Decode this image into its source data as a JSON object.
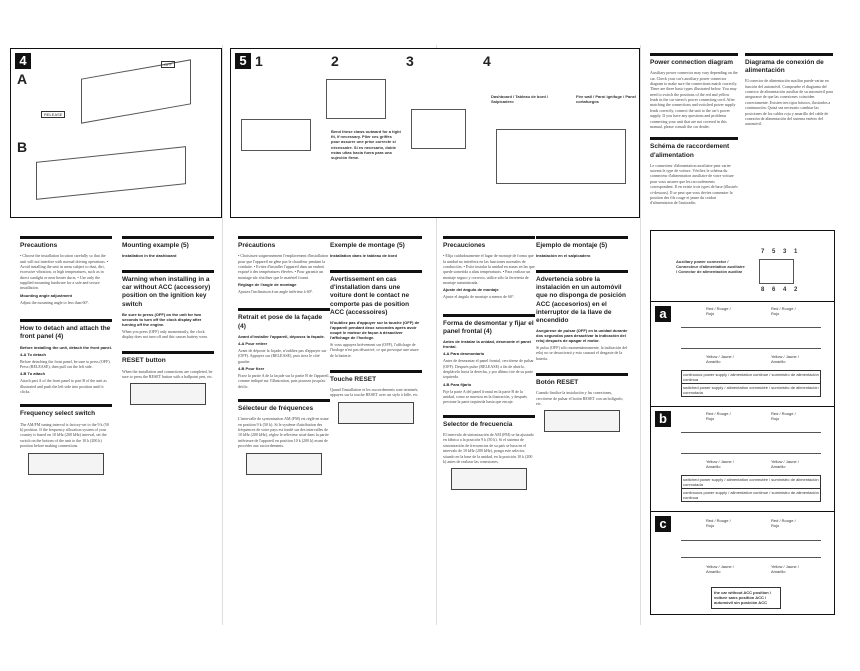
{
  "fig4": {
    "num": "4",
    "a": "A",
    "b": "B",
    "off": "OFF",
    "release": "RELEASE"
  },
  "fig5": {
    "num": "5",
    "steps": [
      "1",
      "2",
      "3",
      "4"
    ],
    "note": "Bend these claws outward for a tight fit, if necessary. Plier ces griffes pour assurer une prise correcte si nécessaire. Si es necesario, doble estas uñas hacia fuera para una sujeción firme.",
    "dash": "Dashboard / Tableau de bord / Salpicadero",
    "firewall": "Fire wall / Paroi ignifuge / Panel cortafuegos"
  },
  "en": {
    "precautions": "Precautions",
    "precautions_text": "• Choose the installation location carefully so that the unit will not interfere with normal driving operations. • Avoid installing the unit in areas subject to dust, dirt, excessive vibration, or high temperatures, such as in direct sunlight or near heater ducts. • Use only the supplied mounting hardware for a safe and secure installation.",
    "angle": "Mounting angle adjustment",
    "angle_text": "Adjust the mounting angle to less than 60°.",
    "detach": "How to detach and attach the front panel (4)",
    "detach_sub": "Before installing the unit, detach the front panel.",
    "a": "4-A  To detach",
    "a_text": "Before detaching the front panel, be sure to press (OFF). Press (RELEASE), then pull out the left side.",
    "b": "4-B  To attach",
    "b_text": "Attach part A of the front panel to part B of the unit as illustrated and push the left side into position until it clicks.",
    "freq": "Frequency select switch",
    "freq_text": "The AM/FM tuning interval is factory-set to the 9 k (50 k) position. If the frequency allocation system of your country is based on 10 kHz (200 kHz) interval, set the switch on the bottom of the unit to the 10 k (200 k) position before making connections.",
    "mount": "Mounting example (5)",
    "mount_sub": "Installation in the dashboard",
    "warn": "Warning when installing in a car without ACC (accessory) position on the ignition key switch",
    "warn_sub": "Be sure to press (OFF) on the unit for two seconds to turn off the clock display after turning off the engine.",
    "warn_text": "When you press (OFF) only momentarily, the clock display does not turn off and this causes battery wear.",
    "reset": "RESET button",
    "reset_text": "When the installation and connections are completed, be sure to press the RESET button with a ballpoint pen, etc."
  },
  "fr": {
    "precautions": "Précautions",
    "precautions_text": "• Choisissez soigneusement l'emplacement d'installation pour que l'appareil ne gêne pas le chauffeur pendant la conduite. • Evitez d'installer l'appareil dans un endroit exposé à des températures élevées. • Pour garantir un montage sûr n'utiliser que le matériel fourni.",
    "angle": "Réglage de l'angle de montage",
    "angle_text": "Ajustez l'inclinaison à un angle inférieur à 60°.",
    "detach": "Retrait et pose de la façade (4)",
    "detach_sub": "Avant d'installer l'appareil, déposez la façade.",
    "a": "4-A  Pour retirer",
    "a_text": "Avant de déposer la façade, n'oubliez pas d'appuyer sur (OFF). Appuyez sur (RELEASE), puis tirez le côté gauche.",
    "b": "4-B  Pour fixer",
    "b_text": "Fixez la partie A de la façade sur la partie B de l'appareil, comme indiqué sur l'illustration, puis poussez jusqu'au déclic.",
    "freq": "Sélecteur de fréquences",
    "freq_text": "L'intervalle de syntonisation AM (FM) est réglé en usine en position 9 k (50 k). Si le système d'attribution des fréquences de votre pays est fondé sur des intervalles de 10 kHz (200 kHz), réglez le sélecteur situé dans la partie inférieure de l'appareil en position 10 k (200 k) avant de procéder aux raccordements.",
    "mount": "Exemple de montage (5)",
    "mount_sub": "Installation dans le tableau de bord",
    "warn": "Avertissement en cas d'installation dans une voiture dont le contact ne comporte pas de position ACC (accessoires)",
    "warn_sub": "N'oubliez pas d'appuyer sur la touche (OFF) de l'appareil pendant deux secondes après avoir coupé le moteur de façon à désactiver l'affichage de l'horloge.",
    "warn_text": "Si vous appuyez brièvement sur (OFF), l'affichage de l'horloge n'est pas désactivé, ce qui provoque une usure de la batterie.",
    "reset": "Touche RESET",
    "reset_text": "Quand l'installation et les raccordements sont terminés, appuyez sur la touche RESET avec un stylo à bille, etc."
  },
  "es": {
    "precautions": "Precauciones",
    "precautions_text": "• Elija cuidadosamente el lugar de montaje de forma que la unidad no interfiera en las funciones normales de conducción. • Evite instalar la unidad en zonas en las que quede sometida a altas temperaturas. • Para realizar un montaje seguro y correcto, utilice sólo la ferretería de montaje suministrada.",
    "angle": "Ajuste del ángulo de montaje",
    "angle_text": "Ajuste el ángulo de montaje a menos de 60°.",
    "detach": "Forma de desmontar y fijar el panel frontal (4)",
    "detach_sub": "Antes de instalar la unidad, desmonte el panel frontal.",
    "a": "4-A  Para desmontarlo",
    "a_text": "Antes de desmontar el panel frontal, cerciórese de pulsar (OFF). Después pulse (RELEASE) a fin de abrirlo, desplácelo hacia la derecha, y por último tire de su parte izquierda.",
    "b": "4-B  Para fijarlo",
    "b_text": "Fije la parte A del panel frontal en la parte B de la unidad, como se muestra en la ilustración, y después presione la parte izquierda hasta que encaje.",
    "freq": "Selector de frecuencia",
    "freq_text": "El intervalo de sintonización de AM (FM) se ha ajustado en fábrica a la posición 9 k (50 k). Si el sistema de sintonización de frecuencias de su país se basa en el intervalo de 10 kHz (200 kHz), ponga este selector, situado en la base de la unidad, en la posición 10 k (200 k) antes de realizar las conexiones.",
    "mount": "Ejemplo de montaje (5)",
    "mount_sub": "Instalación en el salpicadero",
    "warn": "Advertencia sobre la instalación en un automóvil que no disponga de posición ACC (accesorios) en el interruptor de la llave de encendido",
    "warn_sub": "Asegúrese de pulsar (OFF) en la unidad durante dos segundos para desactivar la indicación del reloj después de apagar el motor.",
    "warn_text": "Si pulsa (OFF) sólo momentáneamente, la indicación del reloj no se desactivará y esto causará el desgaste de la batería.",
    "reset": "Botón RESET",
    "reset_text": "Cuando finalice la instalación y las conexiones, cerciórese de pulsar el botón RESET con un bolígrafo, etc."
  },
  "power": {
    "en_title": "Power connection diagram",
    "en_text": "Auxiliary power connector may vary depending on the car. Check your car's auxiliary power connector diagram to make sure the connections match correctly. There are three basic types illustrated below. You may need to switch the positions of the red and yellow leads in the car stereo's power connecting cord. After matching the connections and switched power supply leads correctly, connect the unit to the car's power supply. If you have any questions and problems connecting your unit that are not covered in this manual, please consult the car dealer.",
    "fr_title": "Schéma de raccordement d'alimentation",
    "fr_text": "Le connecteur d'alimentation auxiliaire peut varier suivant le type de voiture. Vérifiez le schéma du connecteur d'alimentation auxiliaire de votre voiture pour vous assurer que les raccordements correspondent. Il en existe trois types de base (illustrés ci-dessous). Il se peut que vous deviez commuter la position des fils rouge et jaune du cordon d'alimentation de l'autoradio.",
    "es_title": "Diagrama de conexión de alimentación",
    "es_text": "El conector de alimentación auxiliar puede variar en función del automóvil. Compruebe el diagrama del conector de alimentación auxiliar de su automóvil para asegurarse de que las conexiones coinciden correctamente. Existen tres tipos básicos, ilustrados a continuación. Quizá sea necesario cambiar las posiciones de los cables rojo y amarillo del cable de conexión de alimentación del sistema estéreo del automóvil."
  },
  "diagram": {
    "connector": "Auxiliary power connector / Connecteur d'alimentation auxiliaire / Conector de alimentación auxiliar",
    "pins_top": "7 5 3 1",
    "pins_bottom": "8 6 4 2",
    "red": "Red / Rouge / Rojo",
    "yellow": "Yellow / Jaune / Amarillo",
    "sections": [
      "a",
      "b",
      "c"
    ],
    "row1": "continuous power supply / alimentation continue / suministro de alimentación continua",
    "row2": "switched power supply / alimentation commutée / suministro de alimentación conmutada",
    "note_c": "the car without ACC position / voiture sans position ACC / automóvil sin posición ACC"
  }
}
